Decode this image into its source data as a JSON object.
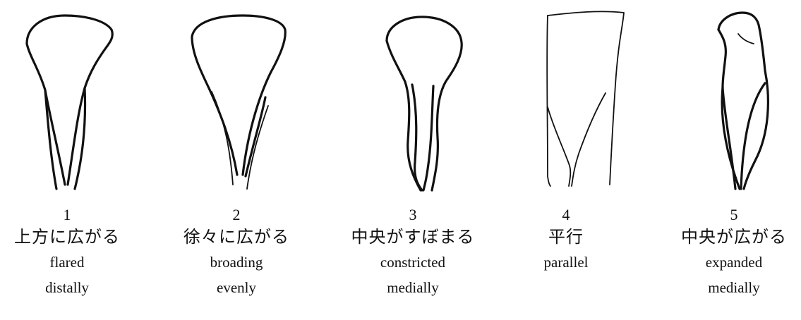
{
  "items": [
    {
      "number": "1",
      "japanese": "上方に広がる",
      "english_line1": "flared",
      "english_line2": "distally"
    },
    {
      "number": "2",
      "japanese": "徐々に広がる",
      "english_line1": "broading",
      "english_line2": "evenly"
    },
    {
      "number": "3",
      "japanese": "中央がすぼまる",
      "english_line1": "constricted",
      "english_line2": "medially"
    },
    {
      "number": "4",
      "japanese": "平行",
      "english_line1": "parallel",
      "english_line2": ""
    },
    {
      "number": "5",
      "japanese": "中央が広がる",
      "english_line1": "expanded",
      "english_line2": "medially"
    }
  ],
  "colors": {
    "line": "#111111",
    "background": "#ffffff",
    "text": "#111111"
  }
}
